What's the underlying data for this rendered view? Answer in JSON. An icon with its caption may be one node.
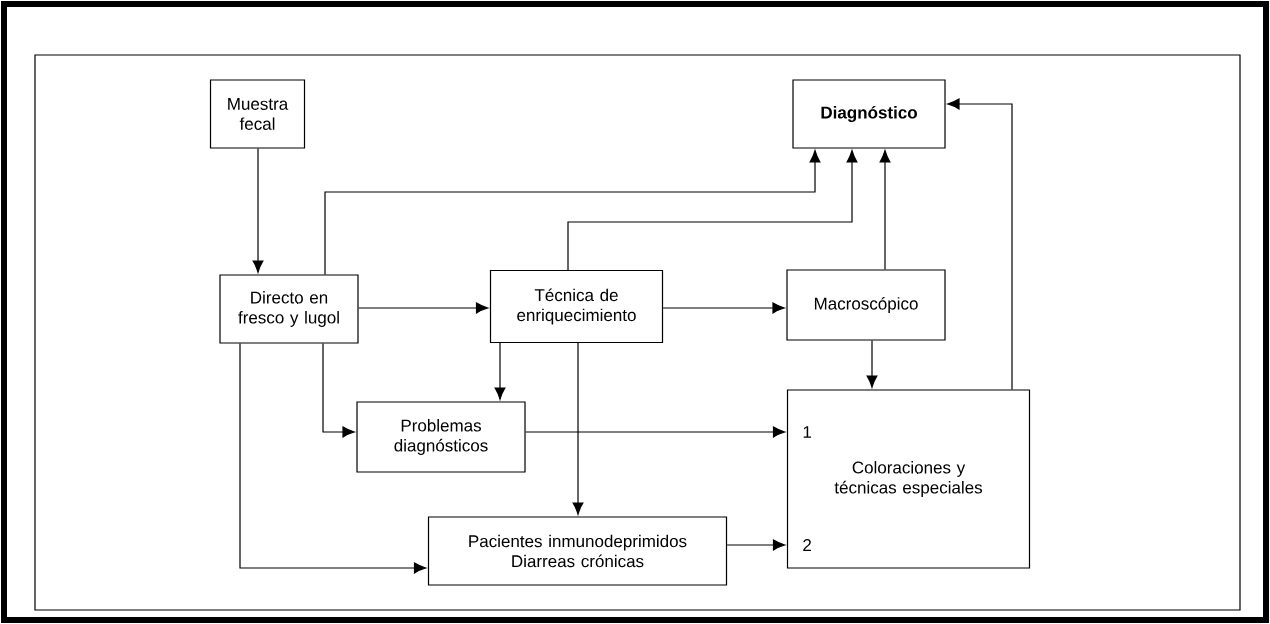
{
  "diagram": {
    "nodes": [
      {
        "text": [
          "Muestra fecal"
        ]
      },
      {
        "text": [
          "Diagnóstico"
        ]
      },
      {
        "text": [
          "Directo en fresco y lugol"
        ]
      },
      {
        "text": [
          "Técnica de enriquecimiento"
        ]
      },
      {
        "text": [
          "Macroscópico"
        ]
      },
      {
        "text": [
          "Problemas diagnósticos"
        ]
      },
      {
        "text": [
          "Coloraciones y técnicas especiales"
        ]
      },
      {
        "text": [
          "Pacientes inmunodeprimidos Diarreas crónicas"
        ]
      }
    ],
    "edges": [
      {
        "from": 0,
        "to": 2,
        "arrow": "to"
      },
      {
        "from": 2,
        "to": 1,
        "arrow": "to"
      },
      {
        "from": 3,
        "to": 1,
        "arrow": "to"
      },
      {
        "from": 4,
        "to": 1,
        "arrow": "to"
      },
      {
        "from": 6,
        "to": 1,
        "arrow": "to"
      },
      {
        "from": 2,
        "to": 3,
        "arrow": "to"
      },
      {
        "from": 3,
        "to": 4,
        "arrow": "to"
      },
      {
        "from": 4,
        "to": 6,
        "arrow": "to"
      },
      {
        "from": 3,
        "to": 5,
        "arrow": "to"
      },
      {
        "from": 2,
        "to": 5,
        "arrow": "to"
      },
      {
        "from": 5,
        "to": 6,
        "arrow": "to"
      },
      {
        "from": 3,
        "to": 7,
        "arrow": "to"
      },
      {
        "from": 2,
        "to": 7,
        "arrow": "to"
      },
      {
        "from": 7,
        "to": 6,
        "arrow": "to"
      }
    ],
    "labels": [
      "1",
      "2"
    ]
  }
}
